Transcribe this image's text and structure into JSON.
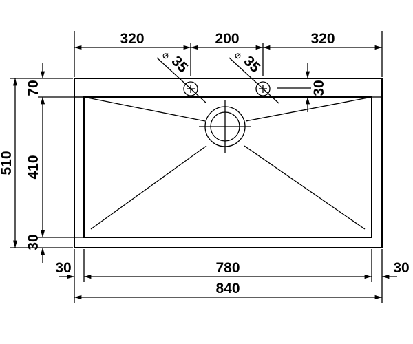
{
  "dimensions": {
    "top_left": "320",
    "top_middle": "200",
    "top_right": "320",
    "tap_hole_1": "35",
    "tap_hole_2": "35",
    "diameter_symbol": "⌀",
    "tap_offset": "30",
    "total_depth": "510",
    "back_margin": "70",
    "bowl_depth": "410",
    "front_margin": "30",
    "left_margin": "30",
    "right_margin": "30",
    "bowl_width": "780",
    "total_width": "840"
  }
}
